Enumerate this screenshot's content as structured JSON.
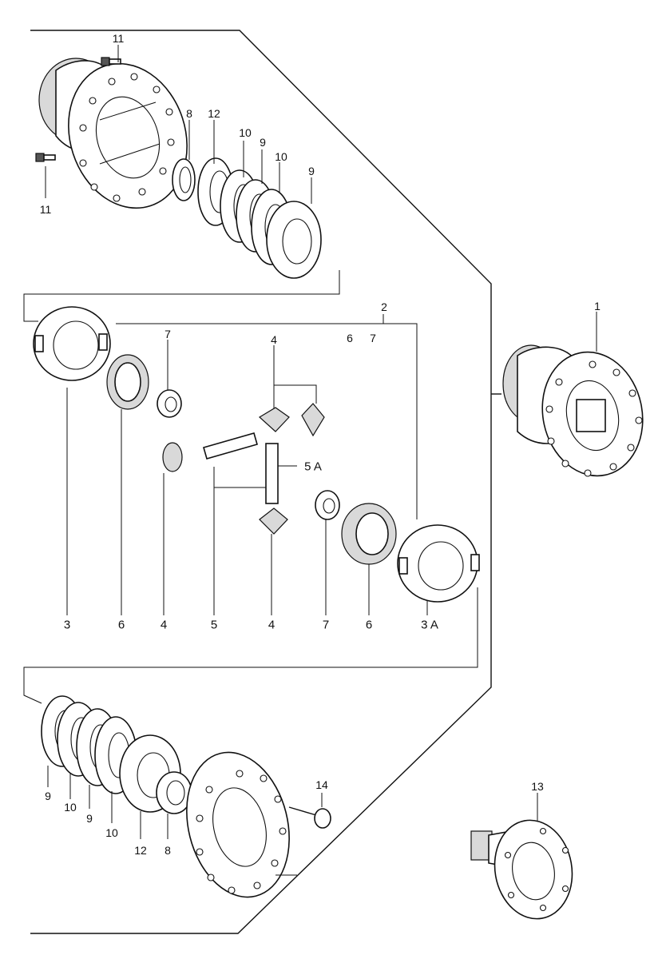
{
  "labels": {
    "top_bolt_upper": "11",
    "top_bolt_lower": "11",
    "top_ring_8": "8",
    "top_disc_12": "12",
    "top_disc_10a": "10",
    "top_disc_9a": "9",
    "top_disc_10b": "10",
    "top_disc_9b": "9",
    "assembly_2": "2",
    "assembly_2_sub6": "6",
    "assembly_2_sub7": "7",
    "housing_1": "1",
    "washer_7_top": "7",
    "pinion_4_top": "4",
    "pin_5a": "5 A",
    "bottom_3": "3",
    "bottom_6a": "6",
    "bottom_4a": "4",
    "bottom_5": "5",
    "bottom_4b": "4",
    "bottom_7": "7",
    "bottom_6b": "6",
    "bottom_3a": "3 A",
    "lower_9a": "9",
    "lower_10a": "10",
    "lower_9b": "9",
    "lower_10b": "10",
    "lower_12": "12",
    "lower_8": "8",
    "bolt_14": "14",
    "flange_13": "13"
  }
}
